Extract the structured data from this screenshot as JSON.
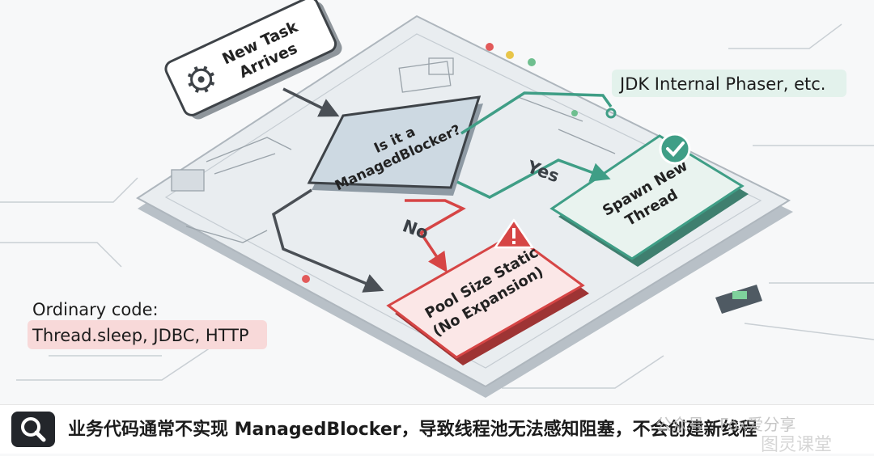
{
  "diagram": {
    "nodes": {
      "start": {
        "lines": [
          "New Task",
          "Arrives"
        ]
      },
      "decision": {
        "lines": [
          "Is it a",
          "ManagedBlocker?"
        ]
      },
      "spawn": {
        "lines": [
          "Spawn New",
          "Thread"
        ]
      },
      "static": {
        "lines": [
          "Pool Size Static",
          "(No Expansion)"
        ]
      }
    },
    "edges": {
      "yes": "Yes",
      "no": "No"
    },
    "annotations": {
      "jdk": "JDK Internal Phaser, etc.",
      "ordinary_title": "Ordinary code:",
      "ordinary_examples": "Thread.sleep, JDBC, HTTP"
    },
    "icons": [
      "gear-icon",
      "checkmark-icon",
      "warning-icon",
      "search-icon"
    ],
    "colors": {
      "green": "#3f9e86",
      "red": "#d64545",
      "decision_fill": "#cdd9e2",
      "board": "#e8ecef"
    }
  },
  "caption": {
    "text": "业务代码通常不实现 ManagedBlocker，导致线程池无法感知阻塞，不会创建新线程",
    "watermark_primary": "公众号 · Fox爱分享",
    "watermark_secondary": "图灵课堂"
  }
}
